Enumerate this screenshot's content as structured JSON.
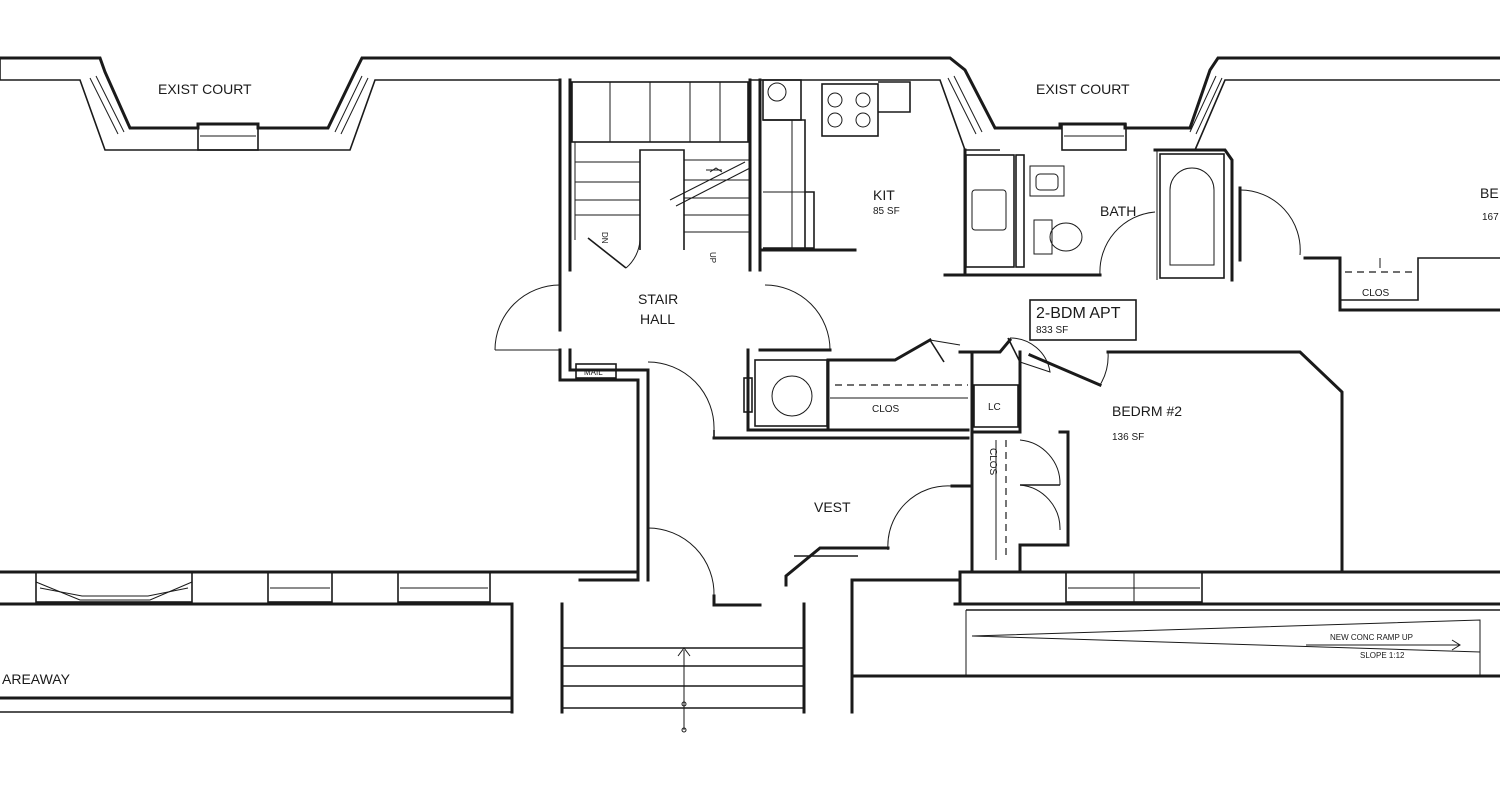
{
  "labels": {
    "exist_court_left": "EXIST COURT",
    "exist_court_right": "EXIST COURT",
    "kit": "KIT",
    "kit_area": "85 SF",
    "bath": "BATH",
    "stair_hall_1": "STAIR",
    "stair_hall_2": "HALL",
    "stair_dn": "DN",
    "stair_up": "UP",
    "mail": "MAIL",
    "apt_name": "2-BDM APT",
    "apt_area": "833 SF",
    "clos_bedrm1": "CLOS",
    "clos_hall": "CLOS",
    "lc": "LC",
    "clos_vertical": "CLOS",
    "bedrm2": "BEDRM #2",
    "bedrm2_area": "136 SF",
    "bedrm1_partial": "BE",
    "bedrm1_area_partial": "167",
    "vest": "VEST",
    "areaway": "AREAWAY",
    "ramp_line1": "NEW CONC RAMP UP",
    "ramp_line2": "SLOPE 1:12"
  }
}
